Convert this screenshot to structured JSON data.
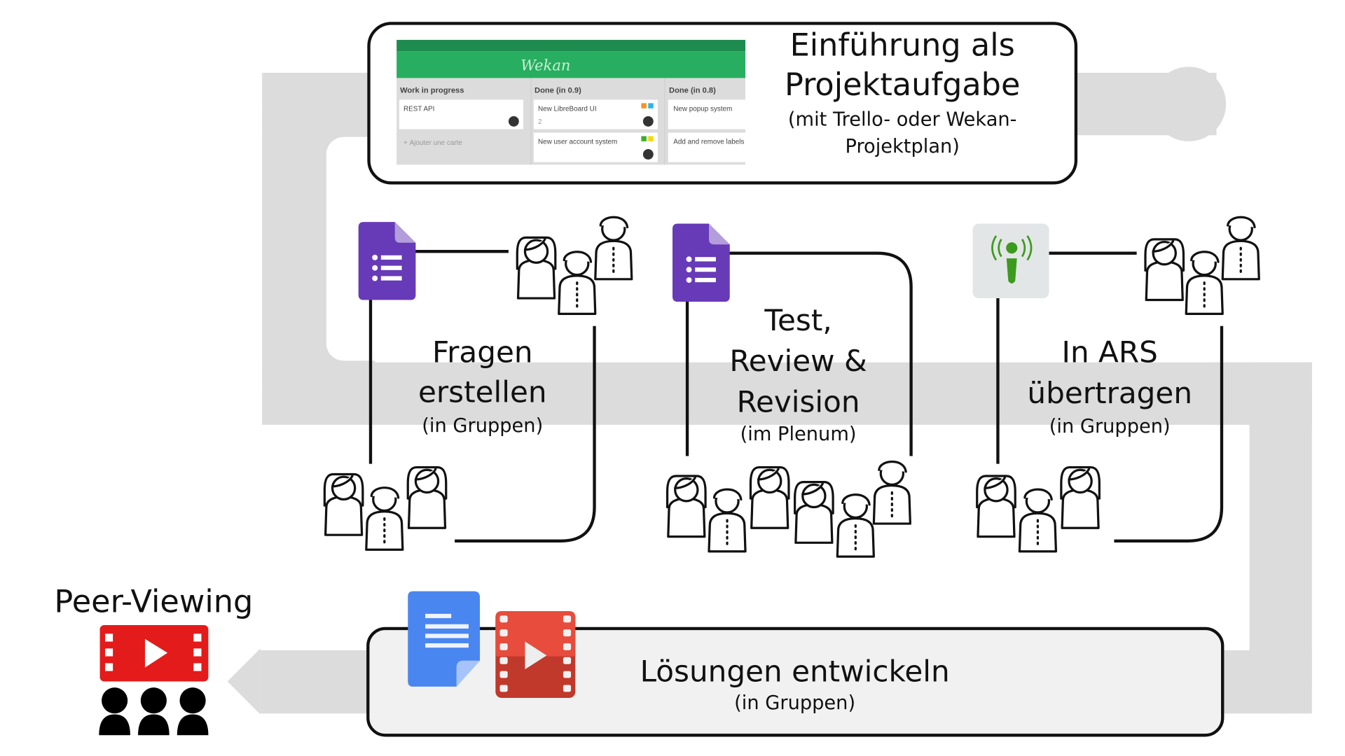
{
  "diagram": {
    "title": "Projekt workflow: Fragen erstellen, Test/Review, ARS, Lösungen, Peer-Viewing",
    "intro_box": {
      "title_line1": "Einführung als",
      "title_line2": "Projektaufgabe",
      "sub_line1": "(mit Trello- oder Wekan-",
      "sub_line2": "Projektplan)"
    },
    "wekan_screenshot": {
      "logo": "Wekan",
      "columns": [
        {
          "header": "Work in progress",
          "cards": [
            "REST API"
          ],
          "add_card": "Ajouter une carte"
        },
        {
          "header": "Done (in 0.9)",
          "cards": [
            "New LibreBoard UI",
            "New user account system"
          ],
          "card_meta": "2"
        },
        {
          "header": "Done (in 0.8)",
          "cards": [
            "New popup system",
            "Add and remove labels"
          ]
        }
      ],
      "colors": {
        "header_dark": "#1e8c4e",
        "header": "#27ae60",
        "board": "#dcdcdc"
      }
    },
    "steps": [
      {
        "icon": "google-forms-icon",
        "line1": "Fragen",
        "line2": "erstellen",
        "note": "(in Gruppen)"
      },
      {
        "icon": "google-forms-icon",
        "line1": "Test,",
        "line2": "Review &",
        "line3": "Revision",
        "note": "(im Plenum)"
      },
      {
        "icon": "ars-icon",
        "line1": "In ARS",
        "line2": "übertragen",
        "note": "(in Gruppen)"
      }
    ],
    "solution_box": {
      "title": "Lösungen entwickeln",
      "note": "(in Gruppen)"
    },
    "peer_viewing": {
      "label": "Peer-Viewing"
    },
    "colors": {
      "track": "#dcdcdc",
      "forms_purple": "#673ab7",
      "docs_blue": "#4285f4",
      "video_red": "#db4437",
      "peer_red": "#e31b1b",
      "ars_green": "#3c9b1e"
    }
  }
}
